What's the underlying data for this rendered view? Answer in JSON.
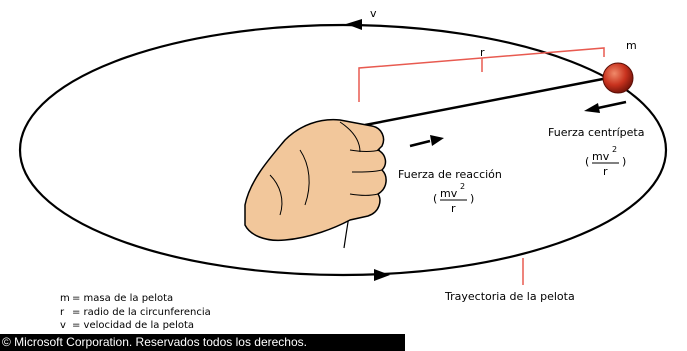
{
  "labels": {
    "velocity": "v",
    "mass": "m",
    "radius": "r",
    "centripetal_force": "Fuerza centrípeta",
    "reaction_force": "Fuerza de reacción",
    "trajectory": "Trayectoria de la pelota",
    "formula": {
      "numerator_base": "mv",
      "exponent": "2",
      "denominator": "r"
    }
  },
  "legend": [
    {
      "symbol": "m",
      "definition": "= masa de la pelota"
    },
    {
      "symbol": "r",
      "definition": "= radio de la circunferencia"
    },
    {
      "symbol": "v",
      "definition": "= velocidad de la pelota"
    }
  ],
  "copyright": "© Microsoft Corporation. Reservados todos los derechos.",
  "colors": {
    "ball": "#c8321e",
    "radius_bracket": "#e85a50",
    "hand_skin": "#f2c79b",
    "hand_outline": "#000000",
    "copyright_background": "#000000"
  }
}
